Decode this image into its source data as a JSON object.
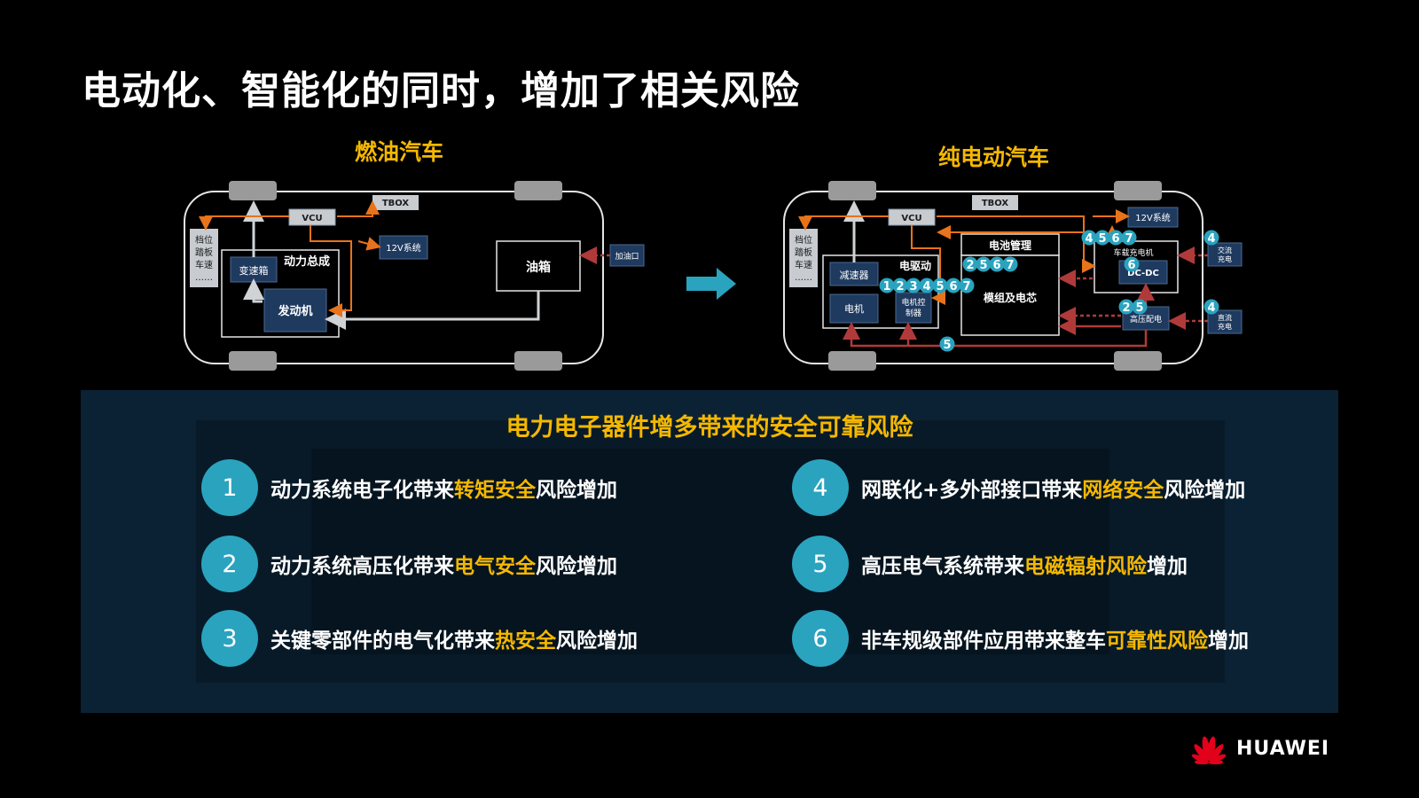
{
  "title": "电动化、智能化的同时，增加了相关风险",
  "fuel_car": {
    "label": "燃油汽车",
    "box_side": [
      "档位",
      "踏板",
      "车速",
      "……"
    ],
    "vcu": "VCU",
    "tbox": "TBOX",
    "sys12v": "12V系统",
    "powertrain": "动力总成",
    "gearbox": "变速箱",
    "engine": "发动机",
    "tank": "油箱",
    "fuel_port": "加油口"
  },
  "ev_car": {
    "label": "纯电动汽车",
    "box_side": [
      "档位",
      "踏板",
      "车速",
      "……"
    ],
    "vcu": "VCU",
    "tbox": "TBOX",
    "sys12v": "12V系统",
    "bms": "电池管理",
    "e_drive": "电驱动",
    "reducer": "减速器",
    "motor": "电机",
    "mcu_line1": "电机控",
    "mcu_line2": "制器",
    "module": "模组及电芯",
    "obc": "车载充电机",
    "dcdc": "DC-DC",
    "hv_dist": "高压配电",
    "ac_line1": "交流",
    "ac_line2": "充电",
    "dc_line1": "直流",
    "dc_line2": "充电",
    "markers": {
      "mcu": [
        "1",
        "2",
        "3",
        "4",
        "5",
        "6",
        "7"
      ],
      "bms": [
        "2",
        "5",
        "6",
        "7"
      ],
      "obc": [
        "4",
        "5",
        "6",
        "7"
      ],
      "dcdc": "6",
      "hv": [
        "2",
        "5"
      ],
      "ac": "4",
      "dc": "4",
      "bottom": "5"
    }
  },
  "risks": {
    "title": "电力电子器件增多带来的安全可靠风险",
    "items": [
      {
        "num": "1",
        "pre": "动力系统电子化带来",
        "hl": "转矩安全",
        "post": "风险增加"
      },
      {
        "num": "2",
        "pre": "动力系统高压化带来",
        "hl": "电气安全",
        "post": "风险增加"
      },
      {
        "num": "3",
        "pre": "关键零部件的电气化带来",
        "hl": "热安全",
        "post": "风险增加"
      },
      {
        "num": "4",
        "pre": "网联化+多外部接口带来",
        "hl": "网络安全",
        "post": "风险增加"
      },
      {
        "num": "5",
        "pre": "高压电气系统带来",
        "hl": "电磁辐射风险",
        "post": "增加"
      },
      {
        "num": "6",
        "pre": "非车规级部件应用带来整车",
        "hl": "可靠性风险",
        "post": "增加"
      }
    ]
  },
  "brand": "HUAWEI",
  "colors": {
    "accent": "#f5b800",
    "teal": "#2aa3bf",
    "orange": "#e8731a",
    "dark_red": "#a23a3a",
    "navy": "#1f3a5f"
  }
}
